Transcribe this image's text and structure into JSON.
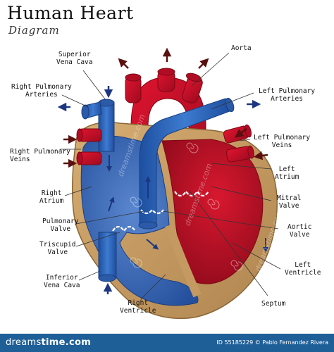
{
  "header": {
    "title": "Human Heart",
    "subtitle": "Diagram"
  },
  "labels": {
    "superior_vena_cava": "Superior\nVena Cava",
    "aorta": "Aorta",
    "right_pulmonary_arteries": "Right Pulmonary\nArteries",
    "left_pulmonary_arteries": "Left Pulmonary\nArteries",
    "left_pulmonary_veins": "Left Pulmonary\nVeins",
    "right_pulmonary_veins": "Right Pulmonary\nVeins",
    "left_atrium": "Left\nAtrium",
    "right_atrium": "Right\nAtrium",
    "mitral_valve": "Mitral\nValve",
    "pulmonary_valve": "Pulmonary\nValve",
    "aortic_valve": "Aortic\nValve",
    "tricuspid_valve": "Triscupid\nValve",
    "left_ventricle": "Left\nVentricle",
    "inferior_vena_cava": "Inferior\nVena Cava",
    "right_ventricle": "Right\nVentricle",
    "septum": "Septum"
  },
  "watermark": "dreamstime.com",
  "footer": {
    "brand_prefix": "dreams",
    "brand_suffix": "time.com",
    "credit": "ID 55185229 © Pablo Fernandez Rivera"
  },
  "colors": {
    "blood_red": "#c8102e",
    "blood_blue": "#2c64b4",
    "muscle_tan": "#c49a62",
    "arrow_dark": "#5a1010",
    "arrow_blue": "#1c3680",
    "footer_bg": "#1f5f98"
  }
}
